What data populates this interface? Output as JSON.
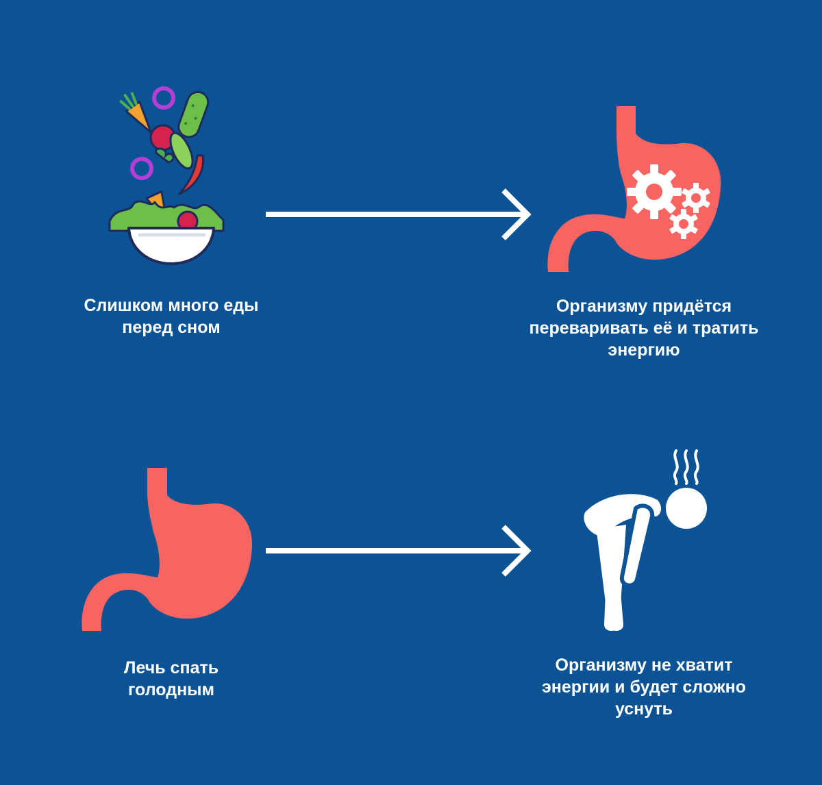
{
  "colors": {
    "background": "#0b5395",
    "stomach": "#f86461",
    "white": "#ffffff"
  },
  "top_row": {
    "left_caption": "Слишком много еды\nперед сном",
    "right_caption": "Организму придётся\nпереваривать её и тратить\nэнергию",
    "left_icon": "salad-bowl-icon",
    "right_icon": "stomach-with-gears-icon"
  },
  "bottom_row": {
    "left_caption": "Лечь спать\nголодным",
    "right_caption": "Организму не хватит\nэнергии и будет сложно\nуснуть",
    "left_icon": "empty-stomach-icon",
    "right_icon": "exhausted-person-icon"
  }
}
